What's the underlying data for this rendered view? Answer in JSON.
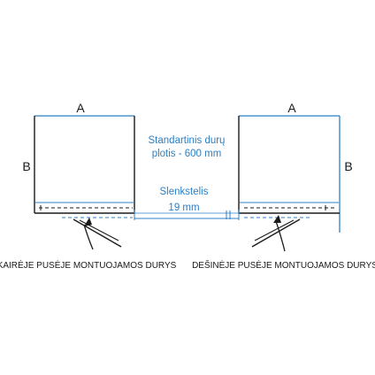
{
  "colors": {
    "outline": "#2b7fc7",
    "dark": "#1a1a1a",
    "text_blue": "#2b7fc7"
  },
  "left_cabinet": {
    "width_label": "A",
    "height_label": "B",
    "caption": "KAIRĖJE PUSĖJE MONTUOJAMOS DURYS"
  },
  "right_cabinet": {
    "width_label": "A",
    "height_label": "B",
    "caption": "DEŠINĖJE PUSĖJE MONTUOJAMOS DURYS"
  },
  "door_note": {
    "line1": "Standartinis durų",
    "line2": "plotis - 600 mm"
  },
  "threshold_note": {
    "line1": "Slenkstelis",
    "line2": "19 mm"
  }
}
